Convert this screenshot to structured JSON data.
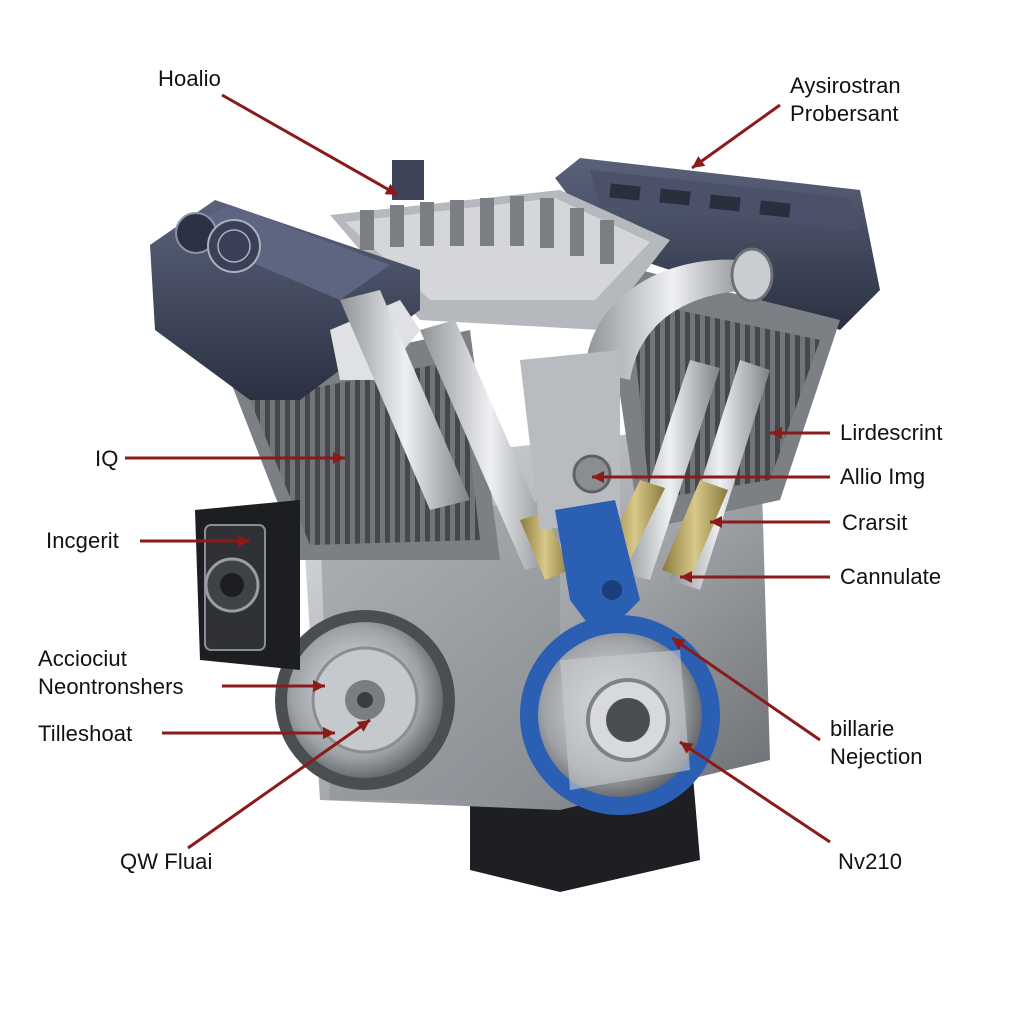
{
  "callouts": [
    {
      "id": "hoalio",
      "lines": [
        "Hoalio"
      ]
    },
    {
      "id": "aysirostran",
      "lines": [
        "Aysirostran",
        "Probersant"
      ]
    },
    {
      "id": "iq",
      "lines": [
        "IQ"
      ]
    },
    {
      "id": "lirdescrint",
      "lines": [
        "Lirdescrint"
      ]
    },
    {
      "id": "allio-img",
      "lines": [
        "Allio Img"
      ]
    },
    {
      "id": "incgerit",
      "lines": [
        "Incgerit"
      ]
    },
    {
      "id": "crarsit",
      "lines": [
        "Crarsit"
      ]
    },
    {
      "id": "cannulate",
      "lines": [
        "Cannulate"
      ]
    },
    {
      "id": "acciociut",
      "lines": [
        "Acciociut",
        "Neontronshers"
      ]
    },
    {
      "id": "tilleshoat",
      "lines": [
        "Tilleshoat"
      ]
    },
    {
      "id": "billarie",
      "lines": [
        "billarie",
        "Nejection"
      ]
    },
    {
      "id": "qw-fluai",
      "lines": [
        "QW Fluai"
      ]
    },
    {
      "id": "nv210",
      "lines": [
        "Nv210"
      ]
    }
  ],
  "colors": {
    "leader_line": "#8b1a1a",
    "cover_dark": "#3d4458",
    "metal": "#b9bcc0",
    "metal_dark": "#6d7075",
    "blue_part": "#2a5fb4",
    "sump": "#1e1f23",
    "brass": "#b8a362"
  }
}
